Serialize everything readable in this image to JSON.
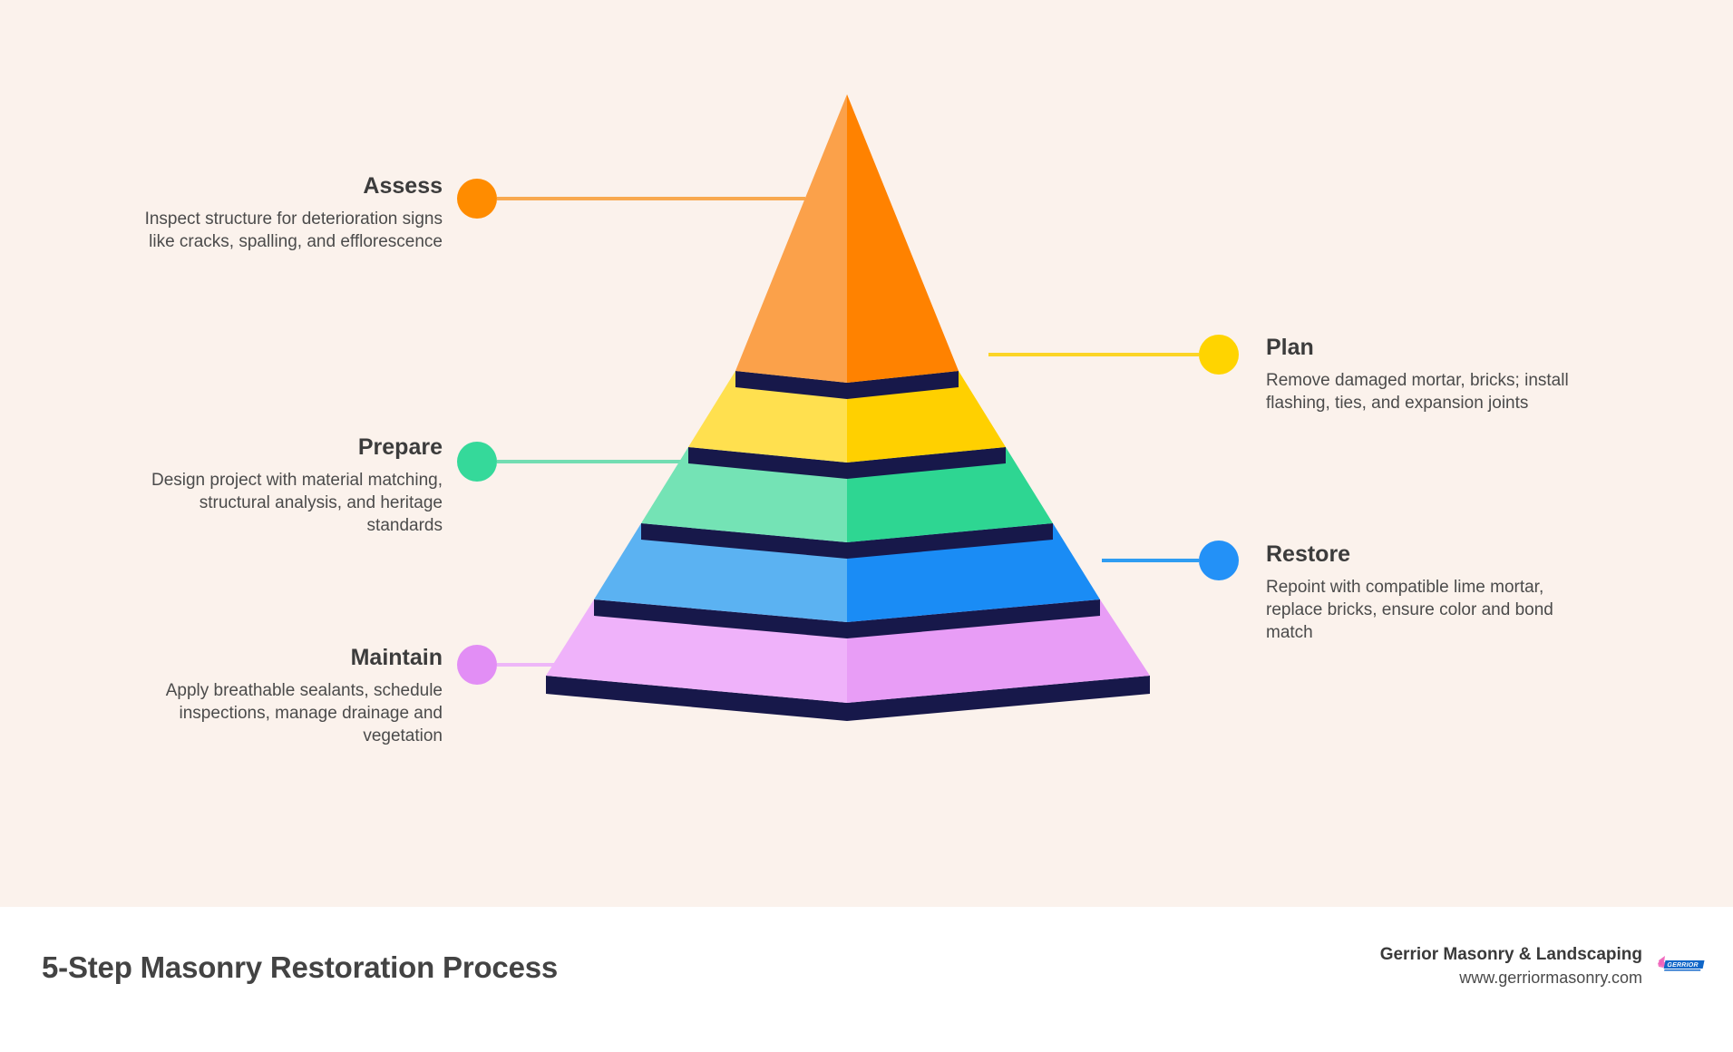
{
  "meta": {
    "background_color": "#fbf2ec",
    "footer_background_color": "#ffffff",
    "separator_color": "#17184a"
  },
  "footer": {
    "title": "5-Step Masonry Restoration Process",
    "brand_name": "Gerrior Masonry & Landscaping",
    "brand_url": "www.gerriormasonry.com",
    "logo_label": "Gerrior"
  },
  "chart_data": {
    "type": "pyramid",
    "title": "5-Step Masonry Restoration Process",
    "levels": 5,
    "steps": [
      {
        "index": 1,
        "title": "Assess",
        "description": "Inspect structure for deterioration signs like cracks, spalling, and efflorescence",
        "side": "left",
        "color_light": "#fba council",
        "color_left": "#fba14a",
        "color_right": "#ff8200",
        "dot_color": "#ff8c00",
        "line_color": "#f8a94f"
      },
      {
        "index": 2,
        "title": "Plan",
        "description": "Remove damaged mortar, bricks; install flashing, ties, and expansion joints",
        "side": "right",
        "color_left": "#ffe04f",
        "color_right": "#ffd000",
        "dot_color": "#ffd400",
        "line_color": "#fcd526"
      },
      {
        "index": 3,
        "title": "Prepare",
        "description": "Design project with material matching, structural analysis, and heritage standards",
        "side": "left",
        "color_left": "#74e3b5",
        "color_right": "#2ed692",
        "dot_color": "#35d99a",
        "line_color": "#72ddb2"
      },
      {
        "index": 4,
        "title": "Restore",
        "description": "Repoint with compatible lime mortar, replace bricks, ensure color and bond match",
        "side": "right",
        "color_left": "#5bb2f2",
        "color_right": "#1a8cf5",
        "dot_color": "#2391f7",
        "line_color": "#2f9df2"
      },
      {
        "index": 5,
        "title": "Maintain",
        "description": "Apply breathable sealants, schedule inspections, manage drainage and vegetation",
        "side": "left",
        "color_left": "#efb2fa",
        "color_right": "#e89df6",
        "dot_color": "#e28ef5",
        "line_color": "#eeb6f8"
      }
    ]
  }
}
